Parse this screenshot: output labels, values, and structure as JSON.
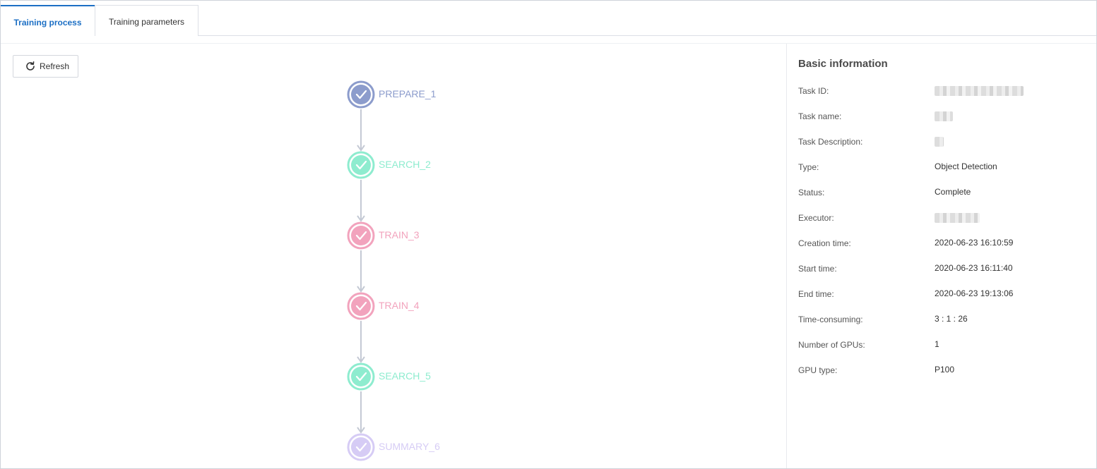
{
  "tabs": [
    {
      "label": "Training process",
      "active": true
    },
    {
      "label": "Training parameters",
      "active": false
    }
  ],
  "toolbar": {
    "refresh_label": "Refresh"
  },
  "flow": {
    "nodes": [
      {
        "label": "PREPARE_1",
        "color": "#8c9ccc",
        "state": "complete"
      },
      {
        "label": "SEARCH_2",
        "color": "#8eeccf",
        "state": "complete"
      },
      {
        "label": "TRAIN_3",
        "color": "#f2a3bd",
        "state": "complete"
      },
      {
        "label": "TRAIN_4",
        "color": "#f2a3bd",
        "state": "complete"
      },
      {
        "label": "SEARCH_5",
        "color": "#8eeccf",
        "state": "complete"
      },
      {
        "label": "SUMMARY_6",
        "color": "#d6ccf5",
        "state": "complete"
      }
    ],
    "connector_color": "#c4c9d4"
  },
  "info": {
    "title": "Basic information",
    "rows": [
      {
        "key": "Task ID:",
        "value": "",
        "redacted": true
      },
      {
        "key": "Task name:",
        "value": "",
        "redacted": true
      },
      {
        "key": "Task Description:",
        "value": "",
        "redacted": true
      },
      {
        "key": "Type:",
        "value": "Object Detection",
        "redacted": false
      },
      {
        "key": "Status:",
        "value": "Complete",
        "redacted": false
      },
      {
        "key": "Executor:",
        "value": "",
        "redacted": true
      },
      {
        "key": "Creation time:",
        "value": "2020-06-23  16:10:59",
        "redacted": false
      },
      {
        "key": "Start time:",
        "value": "2020-06-23  16:11:40",
        "redacted": false
      },
      {
        "key": "End time:",
        "value": "2020-06-23  19:13:06",
        "redacted": false
      },
      {
        "key": "Time-consuming:",
        "value": "3 : 1 : 26",
        "redacted": false
      },
      {
        "key": "Number of GPUs:",
        "value": "1",
        "redacted": false
      },
      {
        "key": "GPU type:",
        "value": "P100",
        "redacted": false
      }
    ]
  },
  "colors": {
    "accent": "#1c6fc4",
    "border": "#dcdfe6"
  }
}
